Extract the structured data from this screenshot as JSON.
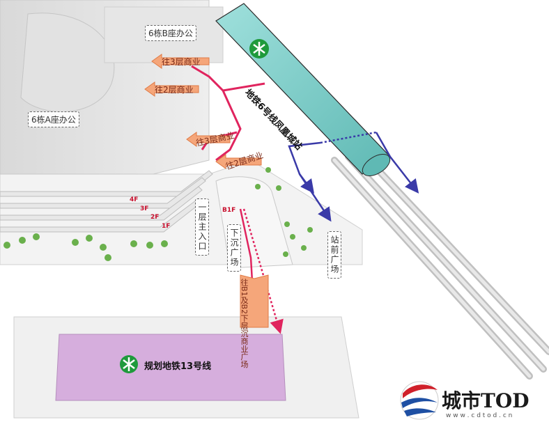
{
  "labels": {
    "building_b": "6栋B座办公",
    "building_a": "6栋A座办公",
    "main_entrance": "一层主入口",
    "sunken_plaza": "下沉广场",
    "station_plaza": "站前广场",
    "b1f": "B1F"
  },
  "floors": [
    "4F",
    "3F",
    "2F",
    "1F"
  ],
  "arrows": {
    "to_3f_top": "往3层商业",
    "to_2f_top": "往2层商业",
    "to_3f_mid": "往3层商业",
    "to_2f_mid": "往2层商业",
    "to_b1b2": "往B1及B2下层沉商业广场"
  },
  "lines": {
    "line6": "地铁6号线凤凰城站",
    "line13": "规划地铁13号线"
  },
  "logo": {
    "title": "城市TOD",
    "url": "w w w . c d t o d . c n"
  },
  "colors": {
    "line6_tube": "#7fd0cc",
    "line13_area": "#d6aedd",
    "pink_path": "#e0245e",
    "blue_path": "#3a3aa8",
    "orange_arrow": "#f5a67a",
    "metro_green": "#1f9a3c"
  }
}
